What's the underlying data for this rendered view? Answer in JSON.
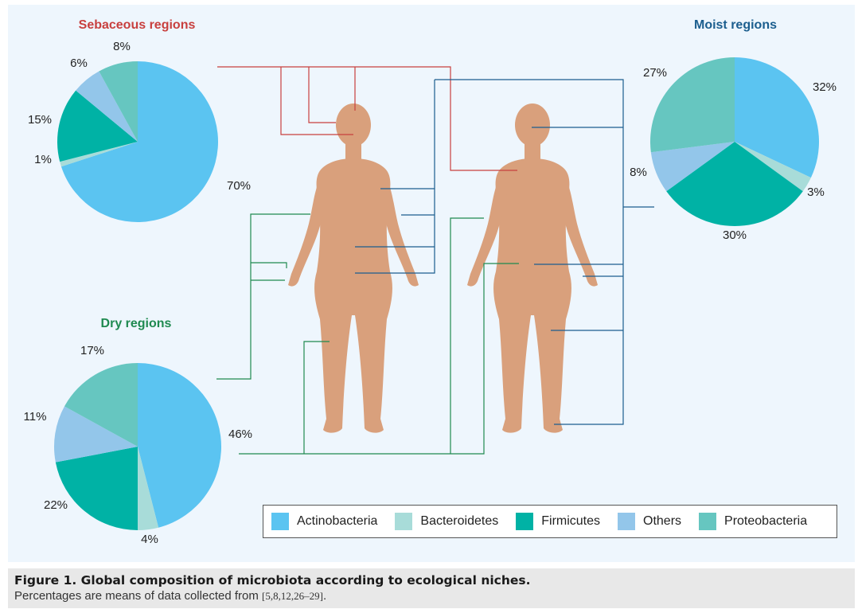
{
  "colors": {
    "actinobacteria": "#5bc4f1",
    "bacteroidetes": "#a8dcd9",
    "firmicutes": "#00b2a5",
    "others": "#93c6ea",
    "proteobacteria": "#66c6c0",
    "sebaceous": "#c8403e",
    "moist": "#1b5e8e",
    "dry": "#1f8a50",
    "body": "#d9a07c"
  },
  "legend": [
    {
      "label": "Actinobacteria",
      "color": "#5bc4f1"
    },
    {
      "label": "Bacteroidetes",
      "color": "#a8dcd9"
    },
    {
      "label": "Firmicutes",
      "color": "#00b2a5"
    },
    {
      "label": "Others",
      "color": "#93c6ea"
    },
    {
      "label": "Proteobacteria",
      "color": "#66c6c0"
    }
  ],
  "chart_data": [
    {
      "type": "pie",
      "title": "Sebaceous regions",
      "categories": [
        "Actinobacteria",
        "Bacteroidetes",
        "Firmicutes",
        "Others",
        "Proteobacteria"
      ],
      "values": [
        70,
        1,
        15,
        6,
        8
      ],
      "labels": [
        "70%",
        "1%",
        "15%",
        "6%",
        "8%"
      ]
    },
    {
      "type": "pie",
      "title": "Moist regions",
      "categories": [
        "Actinobacteria",
        "Bacteroidetes",
        "Firmicutes",
        "Others",
        "Proteobacteria"
      ],
      "values": [
        32,
        3,
        30,
        8,
        27
      ],
      "labels": [
        "32%",
        "3%",
        "30%",
        "8%",
        "27%"
      ]
    },
    {
      "type": "pie",
      "title": "Dry regions",
      "categories": [
        "Actinobacteria",
        "Bacteroidetes",
        "Firmicutes",
        "Others",
        "Proteobacteria"
      ],
      "values": [
        46,
        4,
        22,
        11,
        17
      ],
      "labels": [
        "46%",
        "4%",
        "22%",
        "11%",
        "17%"
      ]
    }
  ],
  "caption": {
    "title": "Figure 1. Global composition of microbiota according to ecological niches.",
    "body": "Percentages are means of data collected from ",
    "refs": "[5,8,12,26–29]",
    "end": "."
  }
}
